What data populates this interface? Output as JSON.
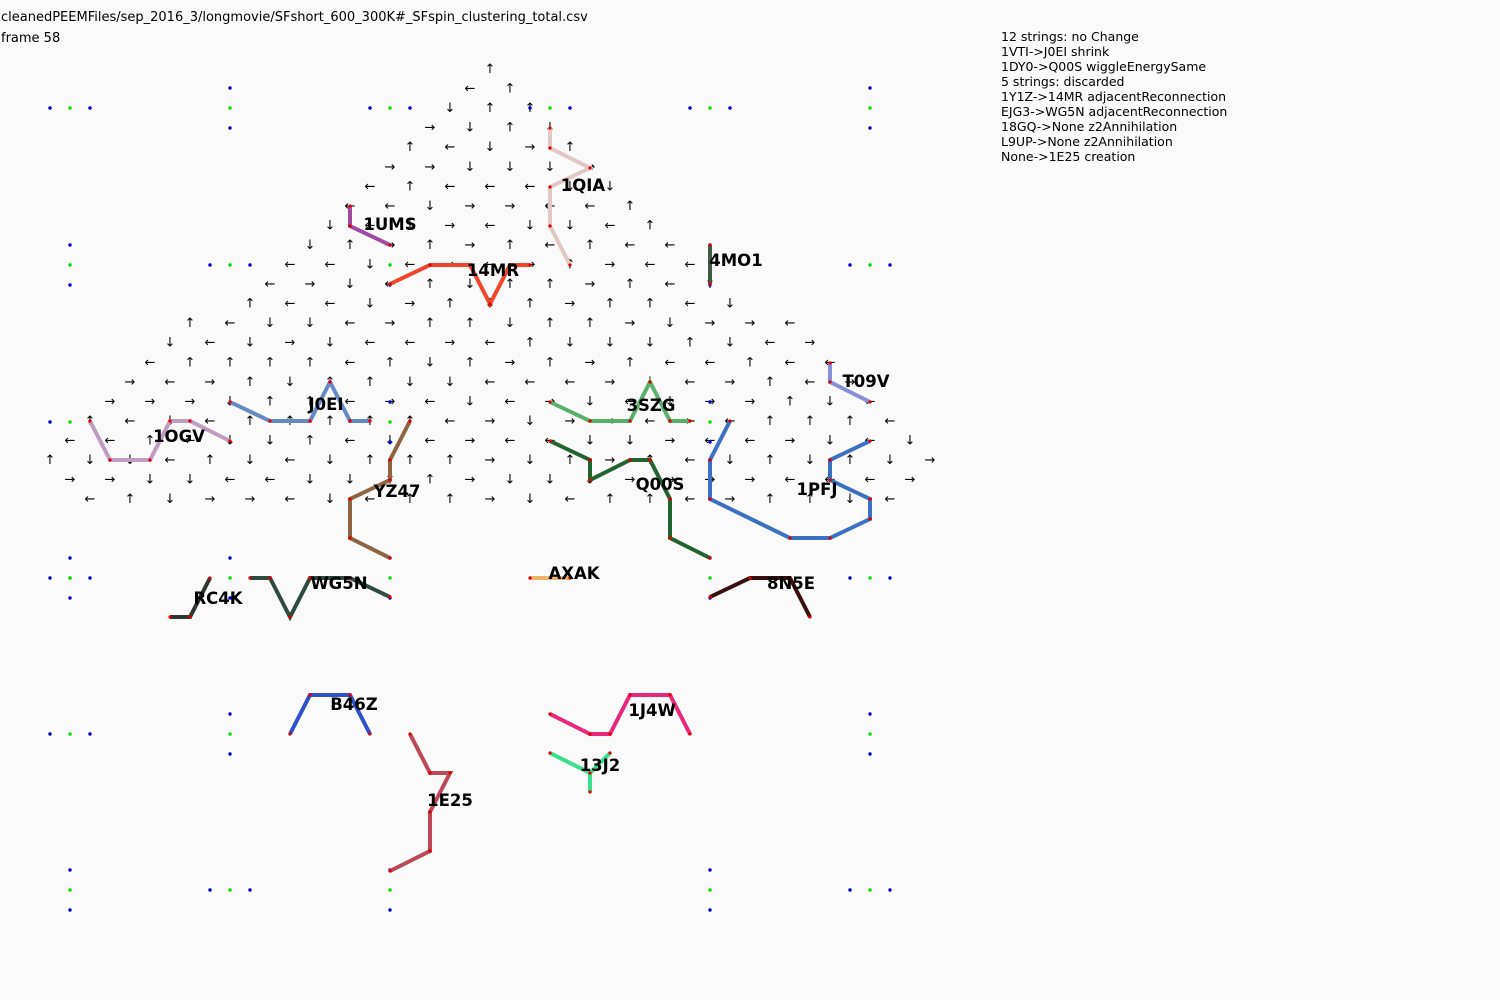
{
  "header": {
    "file_path": "cleanedPEEMFiles/sep_2016_3/longmovie/SFshort_600_300K#_SFspin_clustering_total.csv",
    "frame_label": "frame 58"
  },
  "event_log": [
    "12 strings: no Change",
    "1VTI->J0EI shrink",
    "1DY0->Q00S wiggleEnergySame",
    "5 strings: discarded",
    "1Y1Z->14MR adjacentReconnection",
    "EJG3->WG5N adjacentReconnection",
    "18GQ->None z2Annihilation",
    "L9UP->None z2Annihilation",
    "None->1E25 creation"
  ],
  "strings": [
    {
      "id": "1QIA",
      "color": "#e0c8c4"
    },
    {
      "id": "1UMS",
      "color": "#a24aa0"
    },
    {
      "id": "14MR",
      "color": "#f0462a"
    },
    {
      "id": "4MO1",
      "color": "#3e5a40"
    },
    {
      "id": "T09V",
      "color": "#8890d8"
    },
    {
      "id": "J0EI",
      "color": "#6688c4"
    },
    {
      "id": "3SZG",
      "color": "#58b06a"
    },
    {
      "id": "1OGV",
      "color": "#bf9cc0"
    },
    {
      "id": "YZ47",
      "color": "#8e6442"
    },
    {
      "id": "Q00S",
      "color": "#246230"
    },
    {
      "id": "1PFJ",
      "color": "#3c70c0"
    },
    {
      "id": "AXAK",
      "color": "#f0b466"
    },
    {
      "id": "8N5E",
      "color": "#380e0e"
    },
    {
      "id": "WG5N",
      "color": "#2f4a40"
    },
    {
      "id": "RC4K",
      "color": "#2e3630"
    },
    {
      "id": "B46Z",
      "color": "#3050cc"
    },
    {
      "id": "1J4W",
      "color": "#e8287c"
    },
    {
      "id": "13J2",
      "color": "#36e08c"
    },
    {
      "id": "1E25",
      "color": "#bc4a58"
    }
  ],
  "colors": {
    "vertex": "#e00000",
    "dot_green": "#00e000",
    "dot_blue": "#0000d0",
    "arrow": "#000000"
  }
}
